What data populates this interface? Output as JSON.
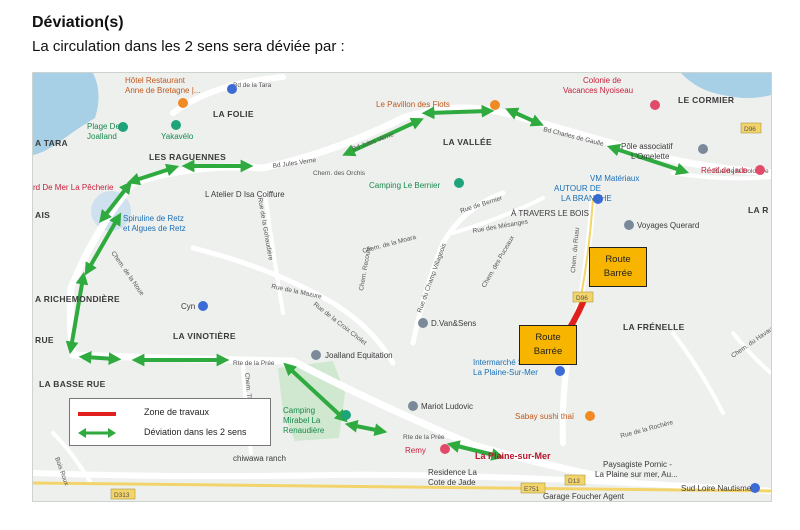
{
  "header": {
    "title": "Déviation(s)",
    "subtitle": "La circulation dans les 2 sens sera déviée par :"
  },
  "colors": {
    "detour": "#2eaa3e",
    "works": "#e0201c",
    "badge_fill": "#f7b500",
    "sea": "#a7cfe6",
    "park": "#cfe8cf"
  },
  "places": {
    "la_folie": "LA FOLIE",
    "les_raguennes": "LES RAGUENNES",
    "la_vallee": "LA VALLÉE",
    "le_cormier": "LE CORMIER",
    "la_tara": "A TARA",
    "ais": "AIS",
    "richemondiere": "A RICHEMONDIÈRE",
    "la_vinotiere": "LA VINOTIÈRE",
    "rue": "RUE",
    "la_basse_rue": "LA BASSE RUE",
    "la_frenelle": "LA FRÉNELLE",
    "la_r": "LA R",
    "la_plaine": "La Plaine-sur-Mer"
  },
  "roads": {
    "bd_tara": "Bd de la Tara",
    "bd_jules_verne_1": "Bd Jules Verne",
    "bd_jules_verne_2": "Bd Jules Verne",
    "bd_charles_gaulle": "Bd Charles de Gaulle",
    "rue_dolotiere": "Rue de la Dolotière",
    "chem_orchis": "Chem. des Orchis",
    "rue_gohaud": "Rue de la Gohaudière",
    "rue_bernier": "Rue de Bernier",
    "rue_mesanges": "Rue des Mésanges",
    "rue_champ_villageois": "Rue du Champ Villageois",
    "chem_puceaux": "Chem. des Puceaux",
    "chem_ruau": "Chem. du Ruau",
    "rue_mazure": "Rue de la Mazure",
    "rue_croix_cholet": "Rue de la Croix Cholet",
    "chem_noue": "Chem. de la Noue",
    "chem_moara": "Chem. de la Moara",
    "rte_pree_1": "Rte de la Prée",
    "rte_pree_2": "Rte de la Prée",
    "chem_tillac": "Chem. Tillac",
    "chem_recoute": "Chem. Recoute",
    "rue_rochere": "Rue de la Rochère",
    "chem_havaud": "Chem. du Havaud",
    "bois_roux": "Bois Roux",
    "d96_1": "D96",
    "d96_2": "D96",
    "d313": "D313",
    "e751": "E751",
    "d13": "D13"
  },
  "pois": {
    "hotel": "Hôtel Restaurant",
    "hotel2": "Anne de Bretagne |...",
    "plage": "Plage De",
    "plage2": "Joalland",
    "yakavelo": "Yakavélo",
    "pavillon": "Le Pavillon des Flots",
    "colonie": "Colonie de",
    "colonie2": "Vacances Nyoiseau",
    "pole": "Pôle associatif",
    "pole2": "L'Omelette",
    "recif": "Récif de jade",
    "mer": "rd De Mer La Pêcherie",
    "spiruline": "Spiruline de Retz",
    "spiruline2": "et Algues de Retz",
    "atelier": "L Atelier D Isa Coiffure",
    "camping_bernier": "Camping Le Bernier",
    "vm": "VM Matériaux",
    "vm2": "AUTOUR DE",
    "vm3": "LA BRANCHE",
    "travers": "À TRAVERS LE BOIS",
    "voyages": "Voyages Querard",
    "cyn": "Cyn",
    "dvan": "D.Van&Sens",
    "joalland": "Joalland Equitation",
    "intermarche": "Intermarché SUPER",
    "intermarche2": "La Plaine-Sur-Mer",
    "camping_mirabel": "Camping",
    "camping_mirabel2": "Mirabel La",
    "camping_mirabel3": "Renaudière",
    "mariot": "Mariot Ludovic",
    "sabay": "Sabay sushi thaï",
    "remy": "Remy",
    "chiwawa": "chiwawa ranch",
    "residence": "Residence La",
    "residence2": "Cote de Jade",
    "paysagiste": "Paysagiste Pornic -",
    "paysagiste2": "La Plaine sur mer, Au...",
    "garage": "Garage Foucher Agent",
    "sudloire": "Sud Loire Nautisme"
  },
  "badges": {
    "top": {
      "line1": "Route",
      "line2": "Barrée"
    },
    "bottom": {
      "line1": "Route",
      "line2": "Barrée"
    }
  },
  "legend": {
    "works": "Zone de travaux",
    "detour": "Déviation dans les 2 sens"
  }
}
